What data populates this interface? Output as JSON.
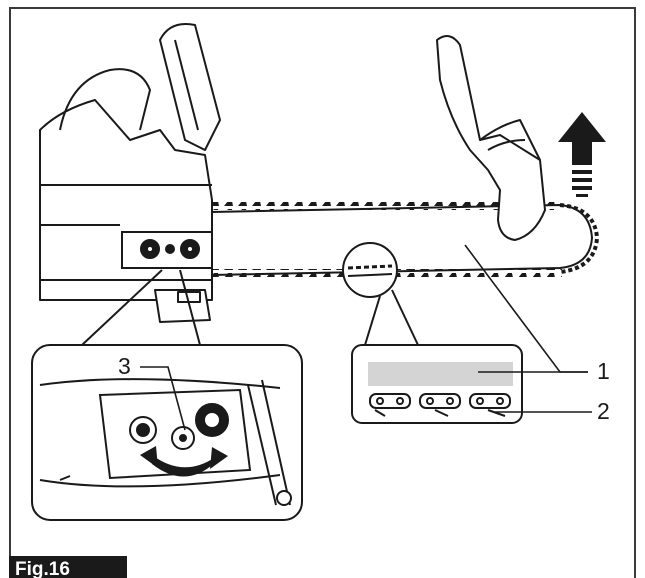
{
  "figure": {
    "caption": "Fig.16",
    "callouts": {
      "guide_bar": "1",
      "saw_chain": "2",
      "adjusting_screw": "3"
    }
  },
  "colors": {
    "line": "#1a1a1a",
    "bar_gray": "#d4d4d4",
    "tag_bg": "#1a1a1a"
  },
  "icons": [
    "up-arrow-icon",
    "rotate-arrow-icon"
  ]
}
